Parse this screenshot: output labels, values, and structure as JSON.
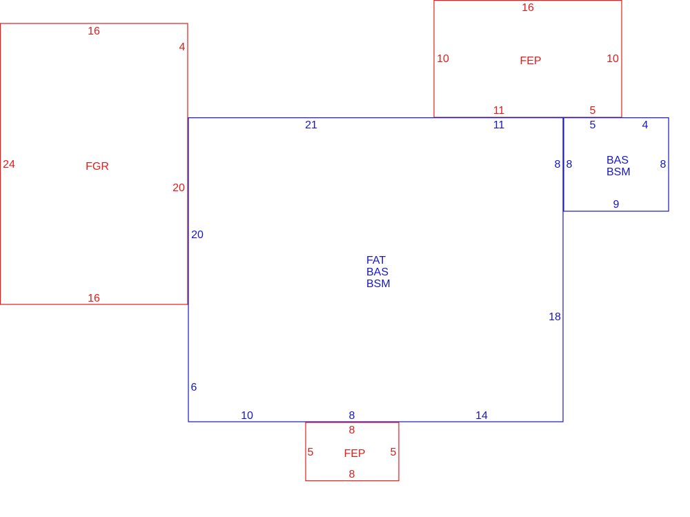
{
  "colors": {
    "structure": "#e31b1b",
    "living": "#1616c8",
    "background": "#ffffff"
  },
  "garage": {
    "name": "FGR",
    "dims": {
      "top": "16",
      "top_right": "4",
      "left": "24",
      "right": "20",
      "bottom": "16"
    }
  },
  "rear_porch": {
    "name": "FEP",
    "dims": {
      "top": "16",
      "left": "10",
      "right": "10",
      "bottom_left": "11",
      "bottom_right": "5"
    }
  },
  "main_area": {
    "names": [
      "FAT",
      "BAS",
      "BSM"
    ],
    "dims": {
      "top_left": "21",
      "top_right": "11",
      "left_upper": "20",
      "left_lower": "6",
      "right_upper": "8",
      "right_lower": "18",
      "bottom_left": "10",
      "bottom_mid": "8",
      "bottom_right": "14"
    }
  },
  "side_area": {
    "names": [
      "BAS",
      "BSM"
    ],
    "dims": {
      "top_left": "5",
      "top_right": "4",
      "left": "8",
      "right": "8",
      "bottom": "9"
    }
  },
  "front_porch": {
    "name": "FEP",
    "dims": {
      "top": "8",
      "left": "5",
      "right": "5",
      "bottom": "8"
    }
  }
}
